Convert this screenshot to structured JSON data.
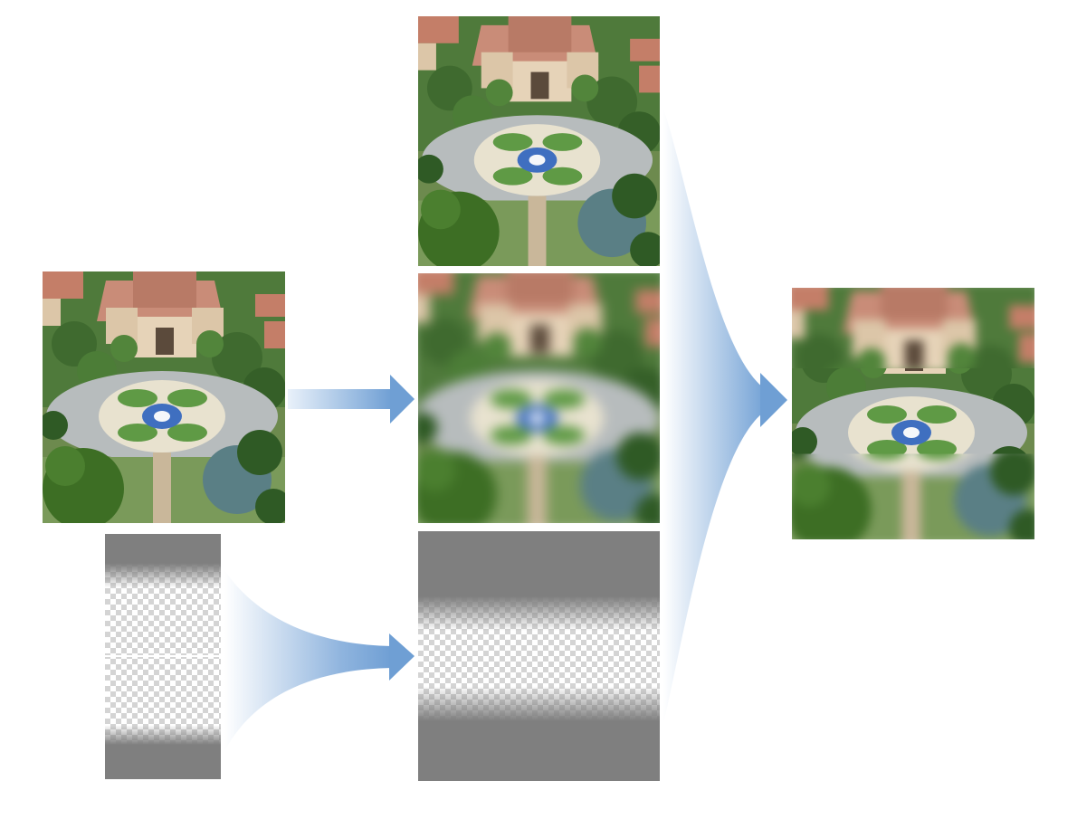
{
  "figure": {
    "description_free": true,
    "panels": [
      {
        "key": "input",
        "icon": "aerial-photo-icon"
      },
      {
        "key": "mask_strip",
        "icon": "gradient-mask-icon"
      },
      {
        "key": "sharp",
        "icon": "aerial-photo-icon"
      },
      {
        "key": "blurred",
        "icon": "blurred-photo-icon"
      },
      {
        "key": "mask_wide",
        "icon": "gradient-mask-icon"
      },
      {
        "key": "result",
        "icon": "tilt-shift-photo-icon"
      }
    ]
  },
  "colors": {
    "arrow": "#6f9fd4",
    "arrow_light": "#e9f1fa",
    "mask_gray": "#7f7f7f",
    "checker_light": "#ffffff",
    "checker_dark": "#d4d4d4",
    "fountain_blue": "#3f6fc0",
    "roof": "#c98c78",
    "grass": "#5f9a45",
    "tree_dark": "#2f5a25",
    "road": "#b7bcbd"
  }
}
